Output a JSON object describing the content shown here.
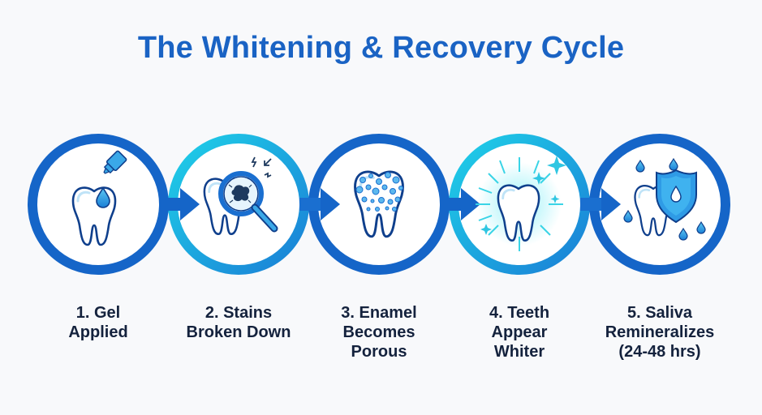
{
  "title": "The Whitening & Recovery Cycle",
  "colors": {
    "title": "#1a63c4",
    "ring_dark": "#1565c8",
    "ring_cyan_start": "#1fd0e8",
    "ring_cyan_end": "#1a7fd6",
    "label": "#14223d",
    "icon_outline": "#0f3f8c",
    "icon_fill": "#3aa8e8"
  },
  "steps": [
    {
      "number": "1.",
      "line1": "1. Gel",
      "line2": "Applied",
      "line3": "",
      "icon": "tooth-gel-drop-icon",
      "ring": "dark"
    },
    {
      "number": "2.",
      "line1": "2. Stains",
      "line2": "Broken Down",
      "line3": "",
      "icon": "magnifier-stain-icon",
      "ring": "cyan"
    },
    {
      "number": "3.",
      "line1": "3. Enamel",
      "line2": "Becomes",
      "line3": "Porous",
      "icon": "porous-tooth-icon",
      "ring": "dark"
    },
    {
      "number": "4.",
      "line1": "4. Teeth",
      "line2": "Appear",
      "line3": "Whiter",
      "icon": "sparkling-tooth-icon",
      "ring": "cyan"
    },
    {
      "number": "5.",
      "line1": "5. Saliva",
      "line2": "Remineralizes",
      "line3": "(24-48 hrs)",
      "icon": "tooth-shield-drops-icon",
      "ring": "dark"
    }
  ]
}
